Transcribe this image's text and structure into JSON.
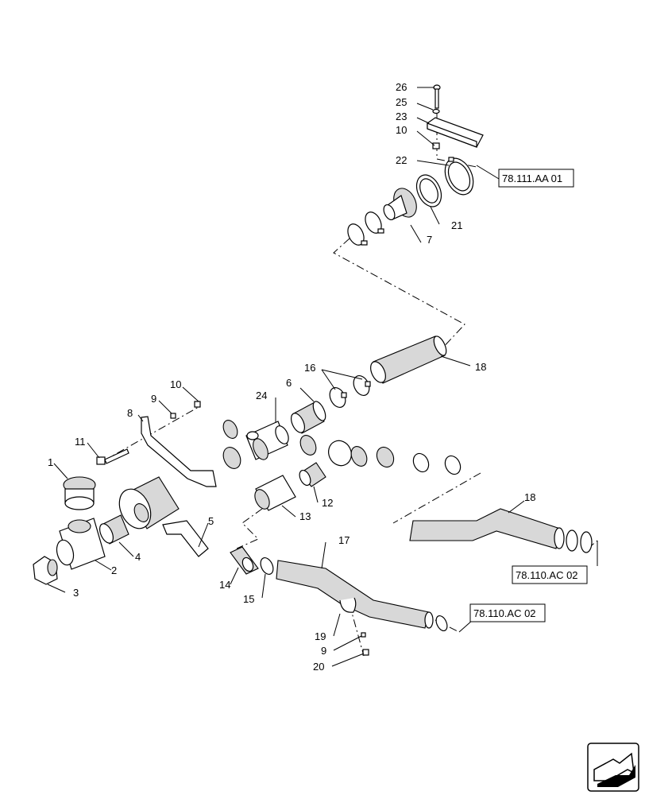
{
  "callouts": {
    "c1": "1",
    "c2": "2",
    "c3": "3",
    "c4": "4",
    "c5": "5",
    "c6": "6",
    "c7": "7",
    "c8": "8",
    "c9a": "9",
    "c9b": "9",
    "c10a": "10",
    "c10b": "10",
    "c11": "11",
    "c12": "12",
    "c13": "13",
    "c14": "14",
    "c15": "15",
    "c16": "16",
    "c17": "17",
    "c18a": "18",
    "c18b": "18",
    "c19": "19",
    "c20": "20",
    "c21": "21",
    "c22": "22",
    "c23": "23",
    "c24": "24",
    "c25": "25",
    "c26": "26"
  },
  "references": {
    "ref_top": "78.111.AA 01",
    "ref_right": "78.110.AC 02",
    "ref_bottom": "78.110.AC 02"
  },
  "icons": {
    "nav": "next-page-arrow-icon"
  }
}
